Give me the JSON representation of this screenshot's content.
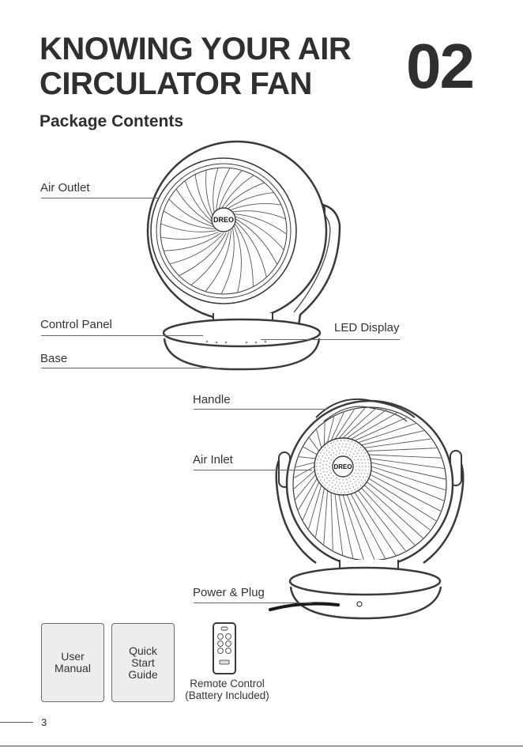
{
  "header": {
    "title_line1": "KNOWING YOUR AIR",
    "title_line2": "CIRCULATOR FAN",
    "section_number": "02",
    "subtitle": "Package Contents"
  },
  "labels": {
    "air_outlet": "Air Outlet",
    "control_panel": "Control Panel",
    "led_display": "LED Display",
    "base": "Base",
    "handle": "Handle",
    "air_inlet": "Air Inlet",
    "power_plug": "Power & Plug"
  },
  "brand": {
    "logo_text": "DREO"
  },
  "accessories": {
    "user_manual": {
      "line1": "User",
      "line2": "Manual"
    },
    "quick_start": {
      "line1": "Quick",
      "line2": "Start",
      "line3": "Guide"
    },
    "remote_control": {
      "line1": "Remote Control",
      "line2": "(Battery Included)"
    }
  },
  "footer": {
    "page_number": "3"
  }
}
